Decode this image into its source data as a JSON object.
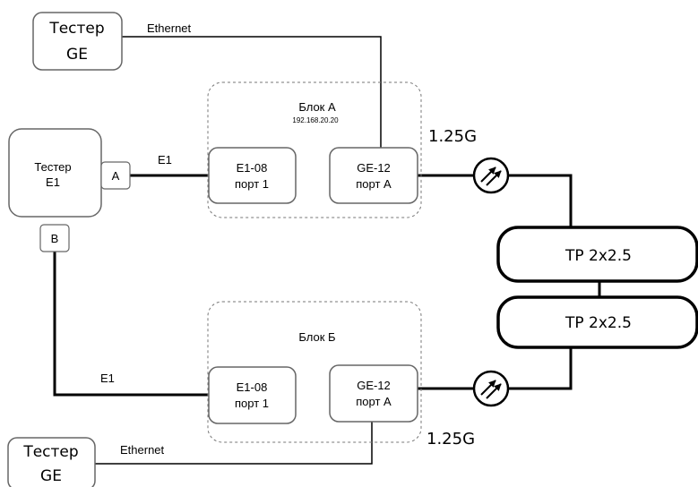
{
  "tester_ge_top": {
    "line1": "Тестер",
    "line2": "GE"
  },
  "tester_ge_bottom": {
    "line1": "Тестер",
    "line2": "GE"
  },
  "tester_e1": {
    "line1": "Тестер",
    "line2": "E1",
    "port_a": "A",
    "port_b": "B"
  },
  "block_a": {
    "title": "Блок А",
    "ip": "192.168.20.20",
    "e1_port": {
      "line1": "E1-08",
      "line2": "порт 1"
    },
    "ge_port": {
      "line1": "GE-12",
      "line2": "порт А"
    }
  },
  "block_b": {
    "title": "Блок Б",
    "e1_port": {
      "line1": "E1-08",
      "line2": "порт 1"
    },
    "ge_port": {
      "line1": "GE-12",
      "line2": "порт А"
    }
  },
  "links": {
    "ethernet_top": "Ethernet",
    "ethernet_bottom": "Ethernet",
    "e1_top": "E1",
    "e1_bottom": "E1",
    "rate_top": "1.25G",
    "rate_bottom": "1.25G"
  },
  "tp_units": [
    {
      "label": "TP 2x2.5"
    },
    {
      "label": "TP 2x2.5"
    }
  ]
}
